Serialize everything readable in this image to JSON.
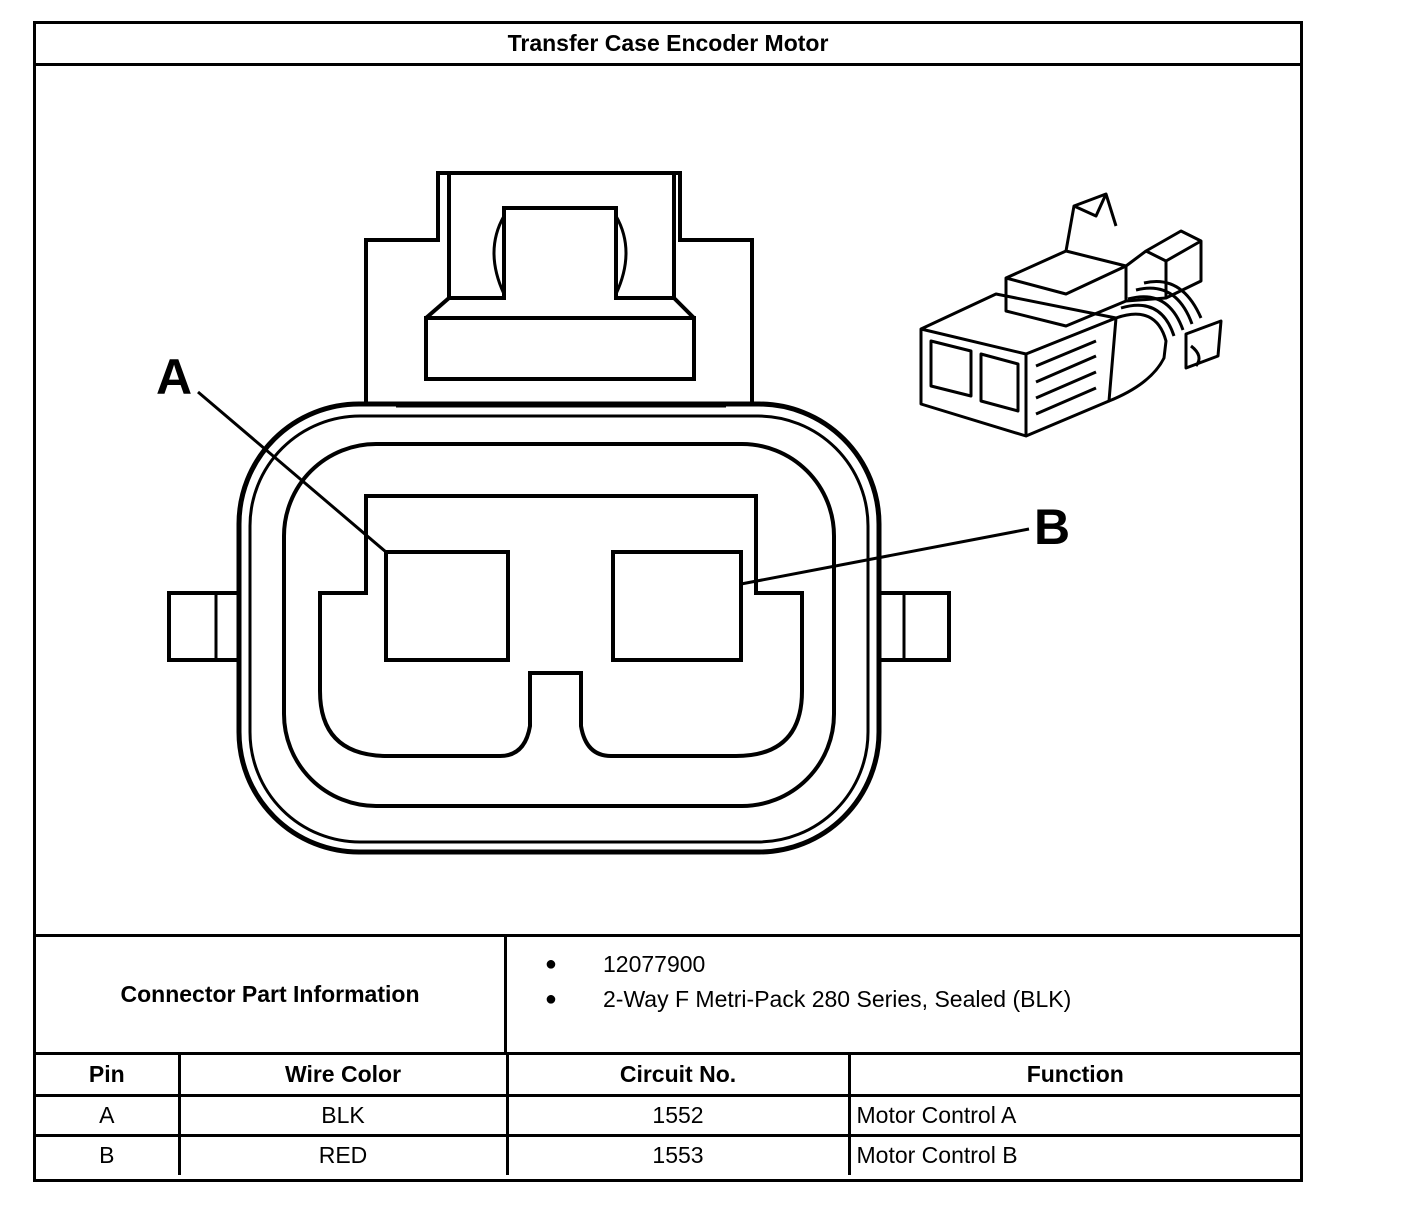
{
  "title": "Transfer Case Encoder Motor",
  "diagram": {
    "callouts": [
      "A",
      "B"
    ]
  },
  "connector_info": {
    "label": "Connector Part Information",
    "items": [
      "12077900",
      "2-Way F Metri-Pack 280 Series, Sealed (BLK)"
    ]
  },
  "table": {
    "headers": [
      "Pin",
      "Wire Color",
      "Circuit No.",
      "Function"
    ],
    "rows": [
      [
        "A",
        "BLK",
        "1552",
        "Motor Control A"
      ],
      [
        "B",
        "RED",
        "1553",
        "Motor Control B"
      ]
    ]
  }
}
